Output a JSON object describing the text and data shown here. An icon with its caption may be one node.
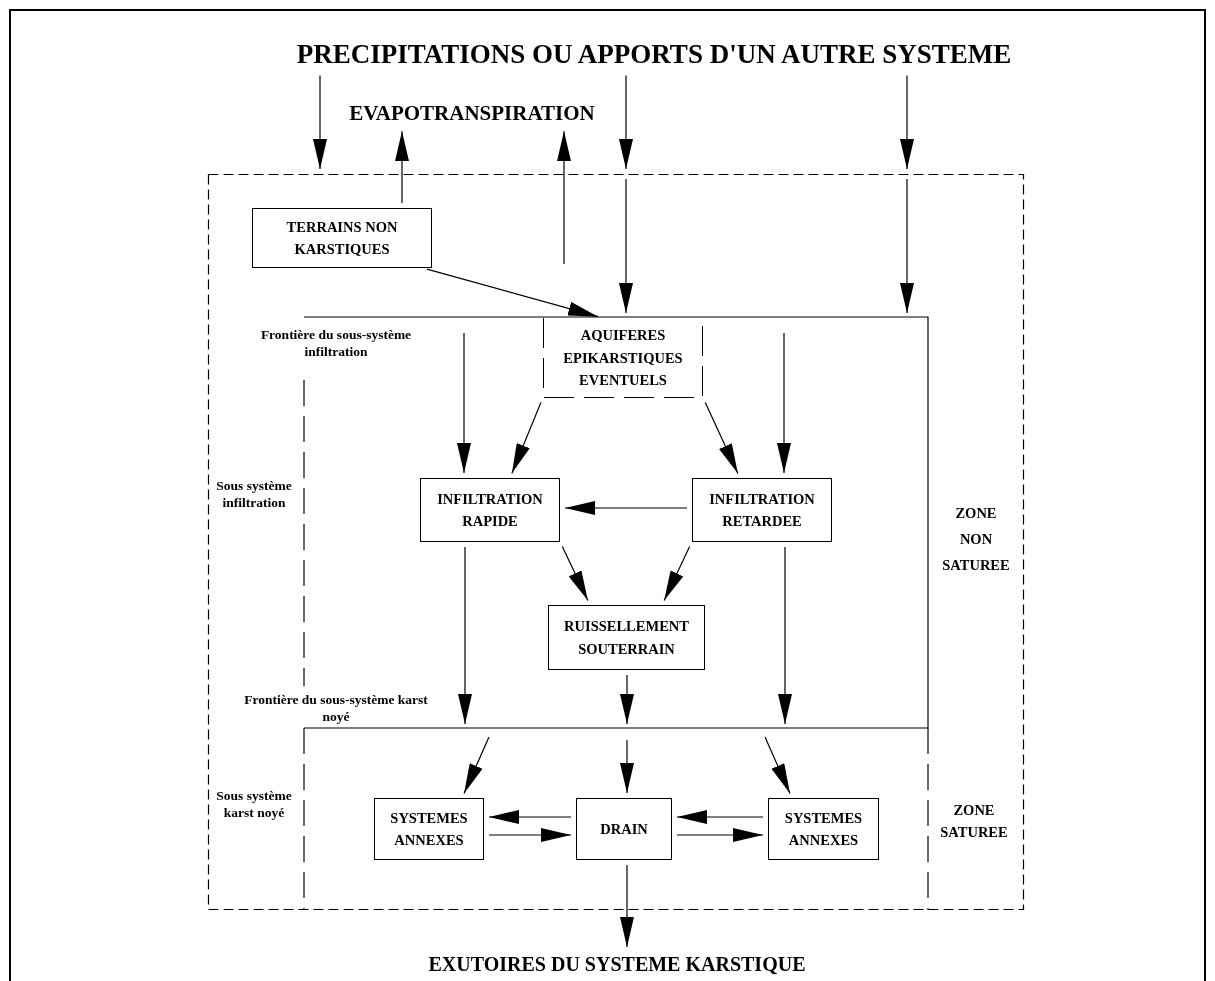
{
  "diagram": {
    "nodes": [
      {
        "text": [
          "PRECIPITATIONS OU APPORTS D'UN AUTRE SYSTEME"
        ]
      },
      {
        "text": [
          "EVAPOTRANSPIRATION"
        ]
      },
      {
        "text": [],
        "shape": "box"
      },
      {
        "text": [
          "TERRAINS NON KARSTIQUES"
        ],
        "in": 2
      },
      {
        "text": [
          "AQUIFERES EPIKARSTIQUES EVENTUELS"
        ],
        "in": 2
      },
      {
        "text": [
          "INFILTRATION RAPIDE"
        ],
        "in": 2
      },
      {
        "text": [
          "INFILTRATION RETARDEE"
        ],
        "in": 2
      },
      {
        "text": [
          "RUISSELLEMENT SOUTERRAIN"
        ],
        "in": 2
      },
      {
        "text": [
          "SYSTEMES ANNEXES"
        ],
        "in": 2
      },
      {
        "text": [
          "DRAIN"
        ],
        "in": 2
      },
      {
        "text": [
          "SYSTEMES ANNEXES"
        ],
        "in": 2
      },
      {
        "text": [
          "EXUTOIRES DU SYSTEME KARSTIQUE"
        ]
      }
    ],
    "edges": [
      {
        "from": 0,
        "to": 2,
        "arrow": "to"
      },
      {
        "from": 0,
        "to": 2,
        "arrow": "to"
      },
      {
        "from": 0,
        "to": 2,
        "arrow": "to"
      },
      {
        "from": 2,
        "to": 4,
        "arrow": "to"
      },
      {
        "from": 2,
        "to": null,
        "arrow": "to"
      },
      {
        "from": 3,
        "to": 1,
        "arrow": "to"
      },
      {
        "from": null,
        "to": 1,
        "arrow": "to"
      },
      {
        "from": 3,
        "to": 4,
        "arrow": "to"
      },
      {
        "from": null,
        "to": 5,
        "arrow": "to"
      },
      {
        "from": 4,
        "to": 5,
        "arrow": "to"
      },
      {
        "from": 4,
        "to": 6,
        "arrow": "to"
      },
      {
        "from": null,
        "to": 6,
        "arrow": "to"
      },
      {
        "from": 6,
        "to": 5,
        "arrow": "to"
      },
      {
        "from": 5,
        "to": 7,
        "arrow": "to"
      },
      {
        "from": 6,
        "to": 7,
        "arrow": "to"
      },
      {
        "from": 5,
        "to": null,
        "arrow": "to"
      },
      {
        "from": 7,
        "to": null,
        "arrow": "to"
      },
      {
        "from": 6,
        "to": null,
        "arrow": "to"
      },
      {
        "from": null,
        "to": 8,
        "arrow": "to"
      },
      {
        "from": null,
        "to": 9,
        "arrow": "to"
      },
      {
        "from": null,
        "to": 10,
        "arrow": "to"
      },
      {
        "from": 9,
        "to": 8,
        "arrow": "to"
      },
      {
        "from": 8,
        "to": 9,
        "arrow": "to"
      },
      {
        "from": 10,
        "to": 9,
        "arrow": "to"
      },
      {
        "from": 9,
        "to": 10,
        "arrow": "to"
      },
      {
        "from": 9,
        "to": 11,
        "arrow": "to"
      }
    ],
    "labels": [
      "Frontière du sous-système infiltration",
      "Sous système infiltration",
      "Frontière du sous-système karst noyé",
      "Sous système karst noyé",
      "ZONE NON SATUREE",
      "ZONE SATUREE"
    ]
  }
}
